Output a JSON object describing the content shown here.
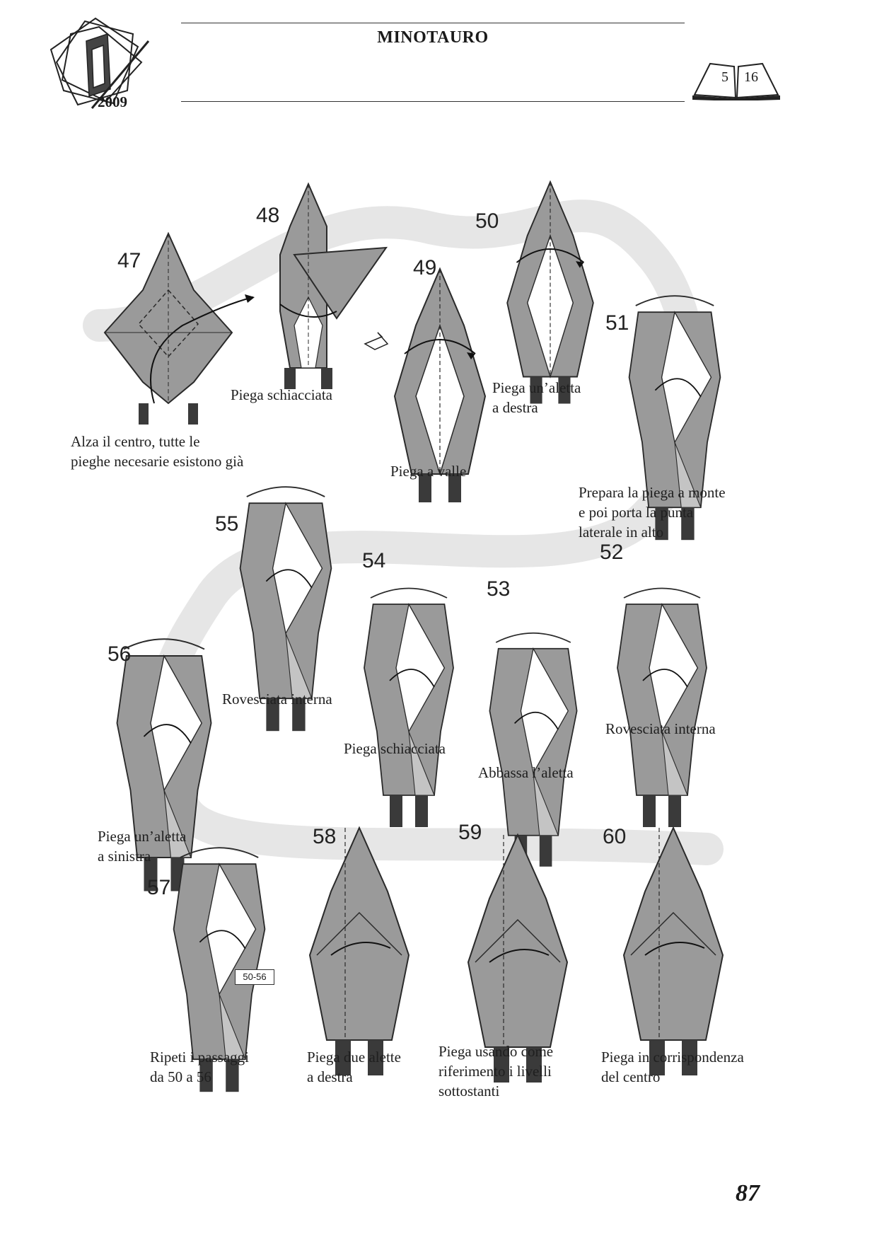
{
  "header": {
    "title": "MINOTAURO",
    "logo_year": "2009",
    "book_page_left": "5",
    "book_page_right": "16"
  },
  "steps": [
    {
      "number": "47",
      "caption": "Alza il centro, tutte le\npieghe necesarie esistono già"
    },
    {
      "number": "48",
      "caption": "Piega schiacciata"
    },
    {
      "number": "49",
      "caption": "Piega a valle"
    },
    {
      "number": "50",
      "caption": "Piega un’aletta\na destra"
    },
    {
      "number": "51",
      "caption": "Prepara la piega a monte\ne poi porta la punta\nlaterale in alto"
    },
    {
      "number": "52",
      "caption": "Rovesciata interna"
    },
    {
      "number": "53",
      "caption": "Abbassa l’aletta"
    },
    {
      "number": "54",
      "caption": "Piega schiacciata"
    },
    {
      "number": "55",
      "caption": "Rovesciata interna"
    },
    {
      "number": "56",
      "caption": "Piega un’aletta\na sinistra"
    },
    {
      "number": "57",
      "caption": "Ripeti i passaggi\nda 50 a 56",
      "ref_tag": "50-56"
    },
    {
      "number": "58",
      "caption": "Piega due alette\na destra"
    },
    {
      "number": "59",
      "caption": "Piega usando come\nriferimento i livelli\nsottostanti"
    },
    {
      "number": "60",
      "caption": "Piega in corrispondenza\ndel centro"
    }
  ],
  "footer": {
    "page_number": "87"
  },
  "colors": {
    "paper": "#9a9a9a",
    "paper_light": "#c4c4c4",
    "paper_white": "#ffffff",
    "paper_dark": "#3a3a3a",
    "swirl": "#e6e6e6"
  }
}
